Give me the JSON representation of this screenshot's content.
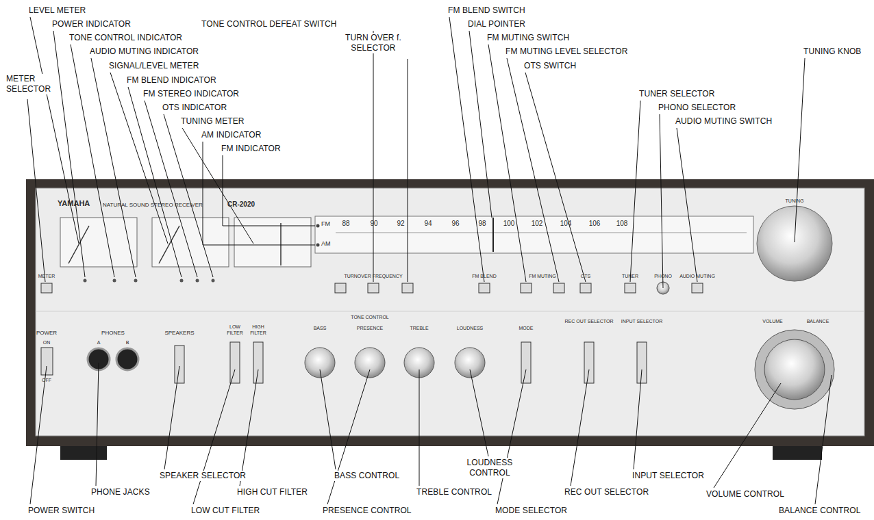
{
  "diagram": {
    "labels": [
      "LEVEL METER",
      "POWER INDICATOR",
      "TONE CONTROL INDICATOR",
      "AUDIO MUTING INDICATOR",
      "SIGNAL/LEVEL METER",
      "FM BLEND INDICATOR",
      "FM STEREO INDICATOR",
      "OTS INDICATOR",
      "TUNING METER",
      "AM INDICATOR",
      "FM INDICATOR",
      "METER SELECTOR",
      "TONE CONTROL DEFEAT SWITCH",
      "TURN OVER f. SELECTOR",
      "FM BLEND SWITCH",
      "DIAL POINTER",
      "FM MUTING SWITCH",
      "FM MUTING LEVEL SELECTOR",
      "OTS SWITCH",
      "TUNING KNOB",
      "TUNER SELECTOR",
      "PHONO SELECTOR",
      "AUDIO MUTING SWITCH",
      "SPEAKER SELECTOR",
      "BASS CONTROL",
      "LOUDNESS CONTROL",
      "INPUT SELECTOR",
      "VOLUME CONTROL",
      "PHONE JACKS",
      "HIGH CUT FILTER",
      "TREBLE CONTROL",
      "REC OUT SELECTOR",
      "POWER SWITCH",
      "LOW CUT FILTER",
      "PRESENCE CONTROL",
      "MODE SELECTOR",
      "BALANCE CONTROL",
      "YAMAHA",
      "NATURAL SOUND STEREO RECEIVER",
      "CR-2020",
      "FM",
      "AM",
      "88",
      "90",
      "92",
      "94",
      "96",
      "98",
      "100",
      "102",
      "104",
      "106",
      "108",
      "TUNING",
      "METER",
      "TURNOVER FREQUENCY",
      "FM BLEND",
      "FM MUTING",
      "OTS",
      "TUNER",
      "PHONO",
      "AUDIO MUTING",
      "POWER",
      "ON",
      "OFF",
      "PHONES",
      "A",
      "B",
      "SPEAKERS",
      "LOW FILTER",
      "HIGH FILTER",
      "TONE CONTROL",
      "BASS",
      "PRESENCE",
      "TREBLE",
      "LOUDNESS",
      "MODE",
      "REC OUT SELECTOR",
      "INPUT SELECTOR",
      "VOLUME",
      "BALANCE"
    ]
  }
}
